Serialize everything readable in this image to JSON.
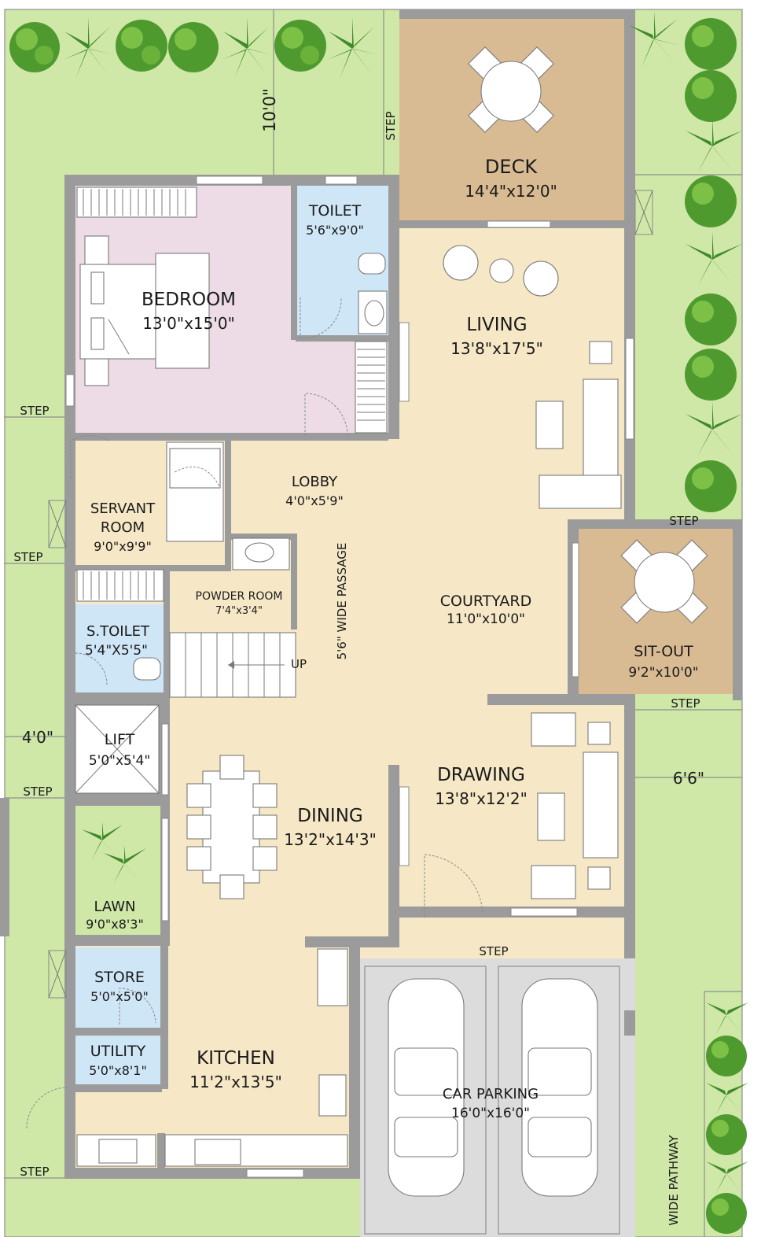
{
  "colors": {
    "lawn": "#cfe8a8",
    "floor": "#f6e8c6",
    "bedroom": "#eddce5",
    "wet": "#cfe6f7",
    "deck": "#d9bb93",
    "parking": "#dcdcdc",
    "wall": "#9b9b9b",
    "pathway": "#cfe8a8"
  },
  "rooms": {
    "deck": {
      "name": "DECK",
      "dims": "14'4\"x12'0\""
    },
    "toilet": {
      "name": "TOILET",
      "dims": "5'6\"x9'0\""
    },
    "bedroom": {
      "name": "BEDROOM",
      "dims": "13'0\"x15'0\""
    },
    "living": {
      "name": "LIVING",
      "dims": "13'8\"x17'5\""
    },
    "lobby": {
      "name": "LOBBY",
      "dims": "4'0\"x5'9\""
    },
    "servant": {
      "name1": "SERVANT",
      "name2": "ROOM",
      "dims": "9'0\"x9'9\""
    },
    "powder": {
      "name": "POWDER ROOM",
      "dims": "7'4\"x3'4\""
    },
    "stoilet": {
      "name": "S.TOILET",
      "dims": "5'4\"X5'5\""
    },
    "courtyard": {
      "name": "COURTYARD",
      "dims": "11'0\"x10'0\""
    },
    "sitout": {
      "name": "SIT-OUT",
      "dims": "9'2\"x10'0\""
    },
    "lift": {
      "name": "LIFT",
      "dims": "5'0\"x5'4\""
    },
    "drawing": {
      "name": "DRAWING",
      "dims": "13'8\"x12'2\""
    },
    "dining": {
      "name": "DINING",
      "dims": "13'2\"x14'3\""
    },
    "lawn": {
      "name": "LAWN",
      "dims": "9'0\"x8'3\""
    },
    "store": {
      "name": "STORE",
      "dims": "5'0\"x5'0\""
    },
    "utility": {
      "name": "UTILITY",
      "dims": "5'0\"x8'1\""
    },
    "kitchen": {
      "name": "KITCHEN",
      "dims": "11'2\"x13'5\""
    },
    "parking": {
      "name": "CAR PARKING",
      "dims": "16'0\"x16'0\""
    }
  },
  "labels": {
    "step": "STEP",
    "up": "UP",
    "passage": "5'6\" WIDE PASSAGE",
    "pathway": "WIDE PATHWAY",
    "setback_top": "10'0\"",
    "setback_left": "4'0\"",
    "setback_right": "6'6\""
  }
}
